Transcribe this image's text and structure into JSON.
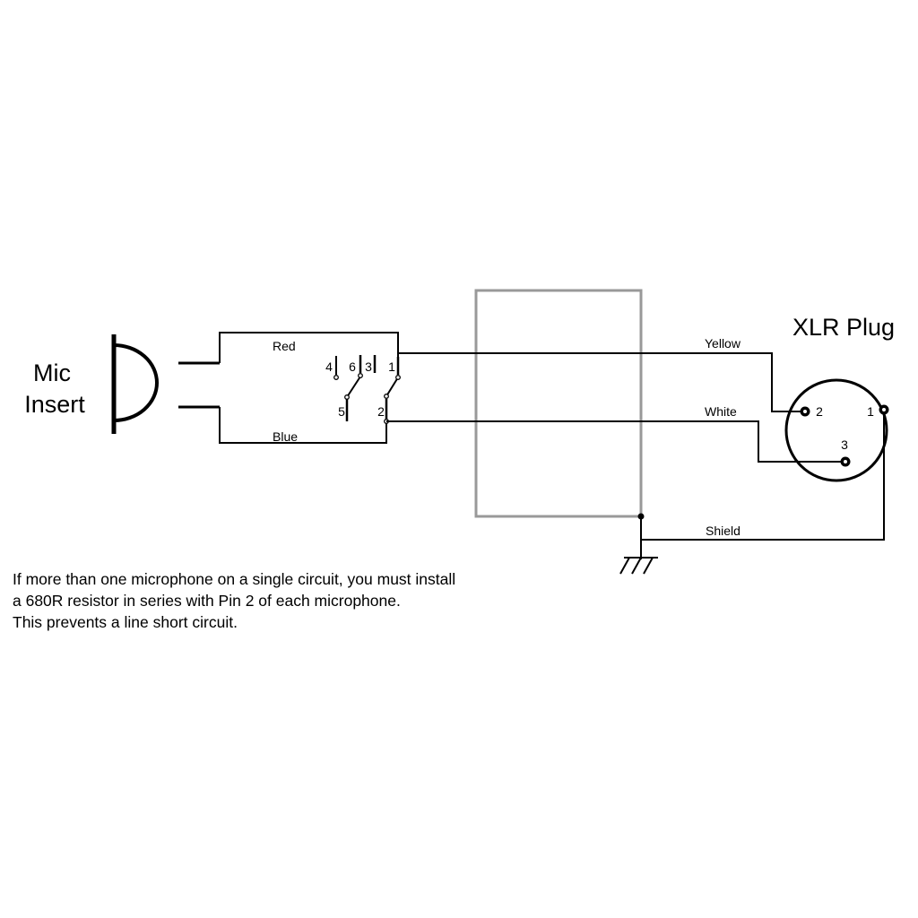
{
  "mic": {
    "label_line1": "Mic",
    "label_line2": "Insert"
  },
  "xlr": {
    "title": "XLR Plug",
    "pin1": "1",
    "pin2": "2",
    "pin3": "3"
  },
  "switch_pins": {
    "p4": "4",
    "p6": "6",
    "p3": "3",
    "p1": "1",
    "p5": "5",
    "p2": "2"
  },
  "wires": {
    "red": "Red",
    "blue": "Blue",
    "yellow": "Yellow",
    "white": "White",
    "shield": "Shield"
  },
  "note": {
    "line1": "If more than one microphone on a single circuit, you must install",
    "line2": "a 680R resistor in series with Pin 2 of each microphone.",
    "line3": "This prevents a line short circuit."
  },
  "colors": {
    "wire": "#000000",
    "box": "#999999"
  }
}
